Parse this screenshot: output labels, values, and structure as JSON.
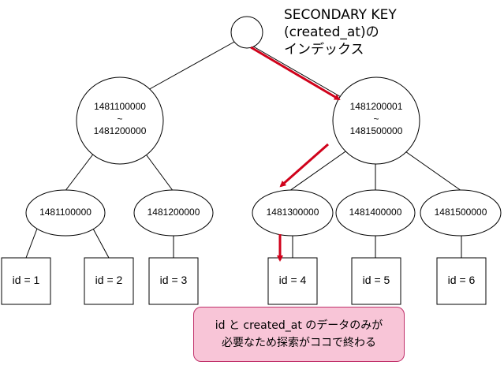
{
  "title": {
    "line1": "SECONDARY KEY",
    "line2": "(created_at)の",
    "line3": "インデックス"
  },
  "nodes": {
    "left_internal": {
      "line1": "1481100000",
      "line2": "~",
      "line3": "1481200000"
    },
    "right_internal": {
      "line1": "1481200001",
      "line2": "~",
      "line3": "1481500000"
    },
    "leaves": [
      "1481100000",
      "1481200000",
      "1481300000",
      "1481400000",
      "1481500000"
    ]
  },
  "records": [
    "id = 1",
    "id = 2",
    "id = 3",
    "id = 4",
    "id = 5",
    "id = 6"
  ],
  "note": {
    "line1": "id と created_at のデータのみが",
    "line2": "必要なため探索がココで終わる"
  },
  "colors": {
    "arrow": "#d0021b",
    "note_fill": "#f8c5d7",
    "note_border": "#c0306a",
    "line": "#000000"
  }
}
